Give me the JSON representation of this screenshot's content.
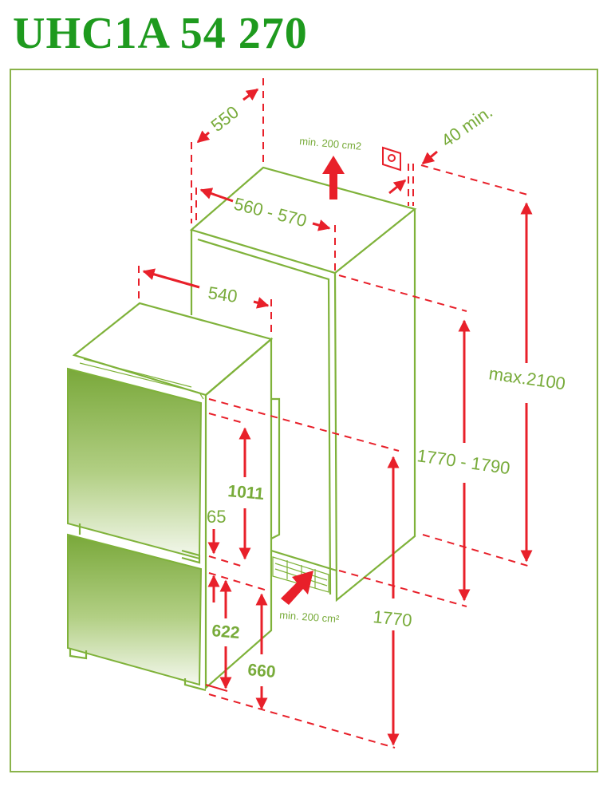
{
  "title": "UHC1A 54 270",
  "colors": {
    "title": "#1e9a1e",
    "outline": "#7fb23a",
    "dimension": "#e8202a"
  },
  "dimensions": {
    "niche_depth": "550",
    "niche_width": "560 - 570",
    "appliance_width": "540",
    "top_vent": "min. 200 cm2",
    "rear_gap": "40 min.",
    "max_height": "max.2100",
    "niche_height": "1770 - 1790",
    "appliance_height": "1770",
    "upper_door": "1011",
    "door_gap": "65",
    "lower_door": "622",
    "lower_section": "660",
    "bottom_vent": "min. 200 cm²"
  }
}
